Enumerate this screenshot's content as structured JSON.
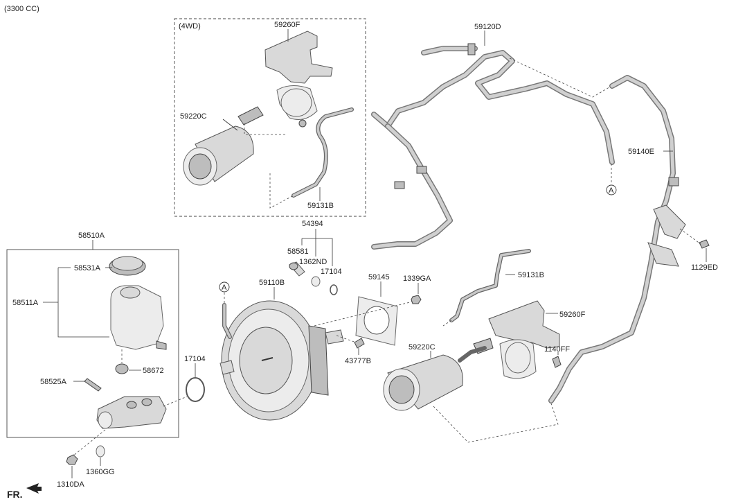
{
  "header": {
    "engine": "(3300 CC)",
    "front": "FR."
  },
  "frames": {
    "fourwd": "(4WD)"
  },
  "ref_marker": "A",
  "labels": {
    "p59260F_top": "59260F",
    "p59220C_top": "59220C",
    "p59131B_top": "59131B",
    "p59120D": "59120D",
    "p59140E": "59140E",
    "p1129ED": "1129ED",
    "p58510A": "58510A",
    "p58531A": "58531A",
    "p58511A": "58511A",
    "p58672": "58672",
    "p58525A": "58525A",
    "p1310DA": "1310DA",
    "p1360GG": "1360GG",
    "p54394": "54394",
    "p58581": "58581",
    "p1362ND": "1362ND",
    "p17104_top": "17104",
    "p59110B": "59110B",
    "p17104_left": "17104",
    "p59145": "59145",
    "p1339GA": "1339GA",
    "p43777B": "43777B",
    "p59131B_bot": "59131B",
    "p59260F_bot": "59260F",
    "p59220C_bot": "59220C",
    "p1140FF": "1140FF"
  }
}
